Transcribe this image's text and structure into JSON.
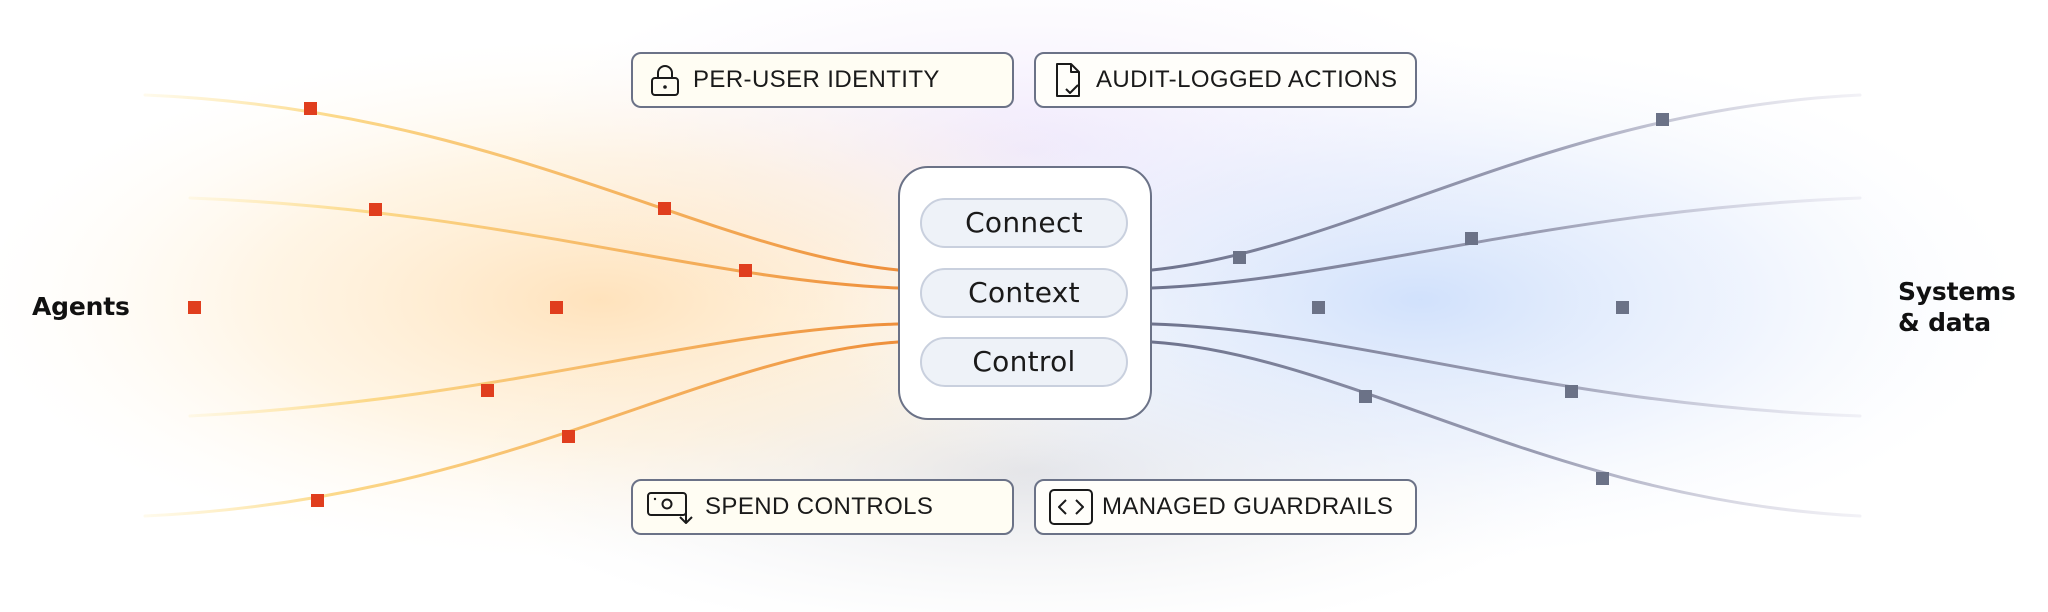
{
  "labels": {
    "agents": "Agents",
    "systems": "Systems\n& data"
  },
  "hub": {
    "items": [
      "Connect",
      "Context",
      "Control"
    ]
  },
  "badges": {
    "identity": {
      "label": "PER-USER IDENTITY",
      "icon": "lock-icon"
    },
    "audit": {
      "label": "AUDIT-LOGGED ACTIONS",
      "icon": "document-check-icon"
    },
    "spend": {
      "label": "SPEND CONTROLS",
      "icon": "money-download-icon"
    },
    "guardrails": {
      "label": "MANAGED GUARDRAILS",
      "icon": "code-brackets-icon"
    }
  },
  "colors": {
    "agent_line": "#f0a04a",
    "agent_marker": "#e03e1e",
    "system_line": "#7a7f99",
    "system_marker": "#6b7287",
    "border": "#6b7287",
    "pill_bg": "#eef2f8"
  }
}
